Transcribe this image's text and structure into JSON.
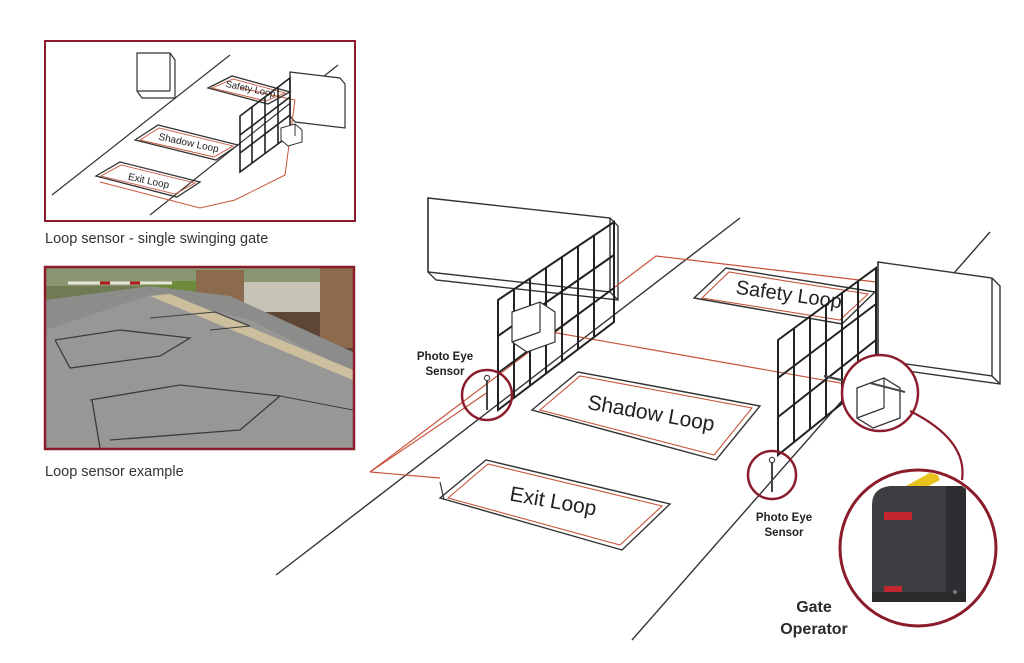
{
  "insets": {
    "top": {
      "caption": "Loop sensor - single swinging gate",
      "loops": {
        "safety": "Safety Loop",
        "shadow": "Shadow Loop",
        "exit": "Exit Loop"
      }
    },
    "bottom": {
      "caption": "Loop sensor example"
    }
  },
  "main": {
    "loops": {
      "safety": "Safety Loop",
      "shadow": "Shadow Loop",
      "exit": "Exit Loop"
    },
    "photo_eye_left": {
      "line1": "Photo Eye",
      "line2": "Sensor"
    },
    "photo_eye_right": {
      "line1": "Photo Eye",
      "line2": "Sensor"
    },
    "operator": {
      "line1": "Gate",
      "line2": "Operator"
    }
  },
  "colors": {
    "accent": "#8a1c2c",
    "wire": "#c8553a",
    "ink": "#333333"
  }
}
